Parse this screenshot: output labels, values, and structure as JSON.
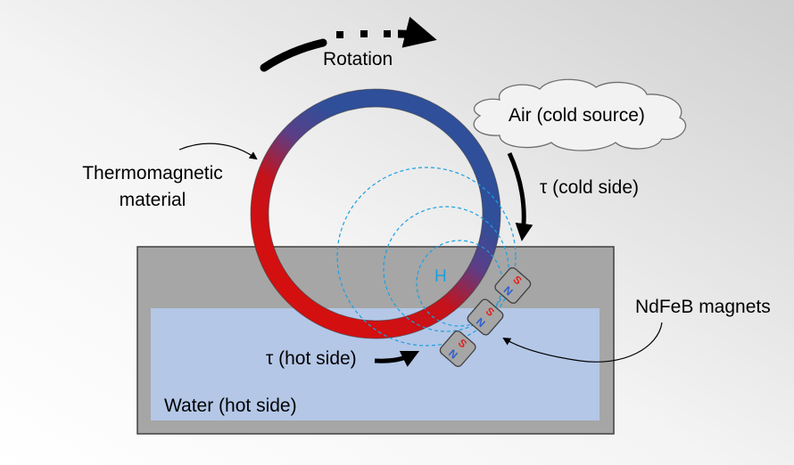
{
  "labels": {
    "rotation": "Rotation",
    "air": "Air (cold source)",
    "tau_cold": "τ (cold side)",
    "tau_hot": "τ (hot side)",
    "material_line1": "Thermomagnetic",
    "material_line2": "material",
    "magnets": "NdFeB magnets",
    "water": "Water (hot side)",
    "field": "H"
  },
  "magnet_poles": [
    {
      "south": "S",
      "north": "N"
    },
    {
      "south": "S",
      "north": "N"
    },
    {
      "south": "S",
      "north": "N"
    }
  ],
  "colors": {
    "ring_cold": "#2f4f9a",
    "ring_hot": "#d40f10",
    "container": "#a6a6a6",
    "water": "#b4c7e7",
    "field_lines": "#1aa0e0",
    "pole_south": "#e0201a",
    "pole_north": "#2f5fd0"
  }
}
